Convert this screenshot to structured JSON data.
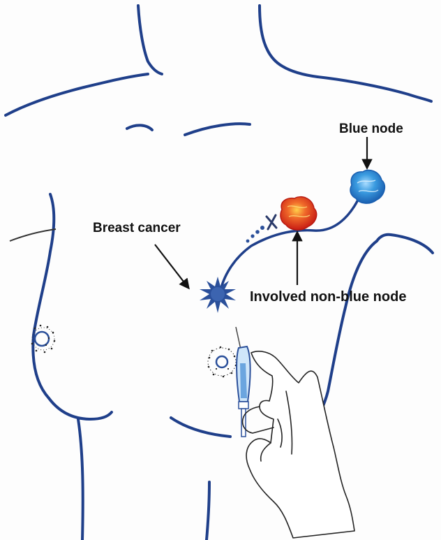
{
  "labels": {
    "blue_node": "Blue node",
    "breast_cancer": "Breast cancer",
    "involved_node": "Involved non-blue node"
  },
  "colors": {
    "outline": "#1f3f8a",
    "blue_node": "#3a9be0",
    "involved_node": "#e23a22",
    "tumor": "#2a4f9a",
    "arrow": "#111111"
  }
}
